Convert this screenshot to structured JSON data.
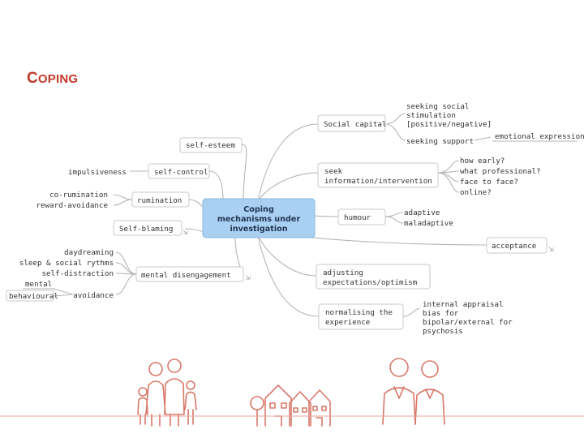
{
  "slide": {
    "title_initial": "C",
    "title_rest": "OPING",
    "accent_color": "#c0392b"
  },
  "mindmap": {
    "center": {
      "lines": [
        "Coping",
        "mechanisms under",
        "investigation"
      ],
      "fill": "#a9cff2"
    },
    "right": {
      "social_capital": {
        "label": "Social capital",
        "children": [
          "seeking social",
          "stimulation",
          "[positive/negative]",
          "seeking support"
        ],
        "sub": "emotional expression"
      },
      "seek_information": {
        "lines": [
          "seek",
          "information/intervention"
        ],
        "children": [
          "how early?",
          "what professional?",
          "face to face?",
          "online?"
        ]
      },
      "humour": {
        "label": "humour",
        "children": [
          "adaptive",
          "maladaptive"
        ]
      },
      "acceptance": {
        "label": "acceptance"
      },
      "adjusting": {
        "lines": [
          "adjusting",
          "expectations/optimism"
        ]
      },
      "normalising": {
        "lines": [
          "normalising the",
          "experience"
        ],
        "children": [
          "internal appraisal",
          "bias for",
          "bipolar/external for",
          "psychosis"
        ]
      }
    },
    "left": {
      "self_esteem": {
        "label": "self-esteem"
      },
      "self_control": {
        "label": "self-control",
        "children": [
          "impulsiveness"
        ]
      },
      "rumination": {
        "label": "rumination",
        "children": [
          "co-rumination",
          "reward-avoidance"
        ]
      },
      "self_blaming": {
        "label": "Self-blaming"
      },
      "mental_disengagement": {
        "label": "mental disengagement",
        "children": [
          "daydreaming",
          "sleep & social rythms",
          "self-distraction",
          "avoidance"
        ],
        "sub": [
          "mental",
          "behavioural"
        ]
      }
    }
  },
  "footer": {
    "icons": [
      "family-icon",
      "houses-icon",
      "professionals-icon"
    ],
    "line_color": "#e8a79c"
  }
}
